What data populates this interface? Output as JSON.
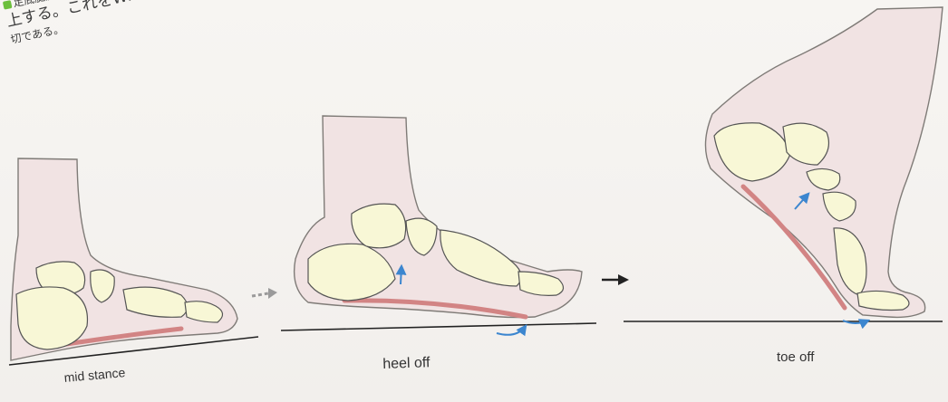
{
  "text_block": {
    "line1": "足底腱膜",
    "line2": "上する。これをWindlass me",
    "line3": "切である。"
  },
  "badge": "",
  "labels": {
    "mid_stance": "mid stance",
    "heel_off": "heel off",
    "toe_off": "toe off"
  },
  "colors": {
    "foot_outline": "#7f7b77",
    "skin_fill": "#f1e3e3",
    "bone_fill": "#f8f7d6",
    "bone_stroke": "#555",
    "fascia": "#d28484",
    "arrow_blue": "#3c86cf",
    "arrow_gray": "#8a8a8a"
  },
  "icons": [
    "blue-curved-arrow-icon",
    "blue-up-arrow-icon",
    "gray-arrow-icon",
    "black-arrow-icon"
  ]
}
